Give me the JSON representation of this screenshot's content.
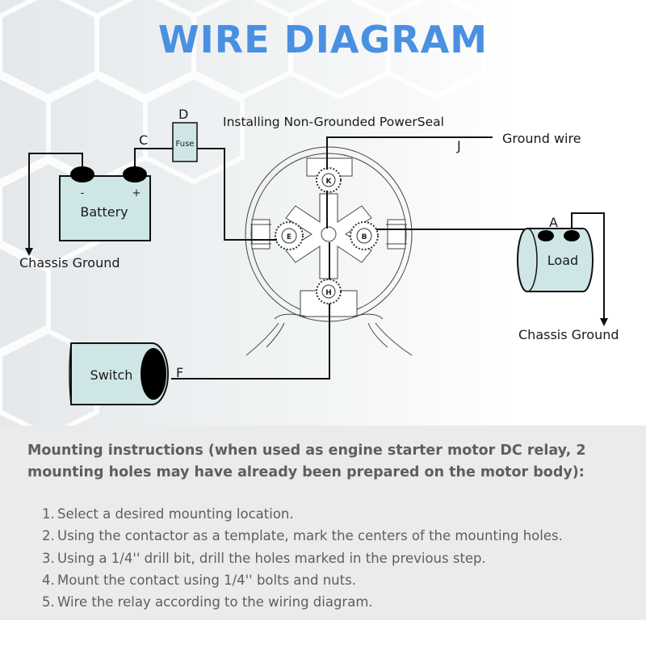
{
  "title": "WIRE DIAGRAM",
  "diagram": {
    "caption": "Installing Non-Grounded PowerSeal",
    "battery": {
      "label": "Battery",
      "neg": "-",
      "pos": "+"
    },
    "fuse": "Fuse",
    "load": "Load",
    "switch": "Switch",
    "ground_wire": "Ground wire",
    "chassis_ground_left": "Chassis Ground",
    "chassis_ground_right": "Chassis Ground",
    "points": {
      "a": "A",
      "c": "C",
      "d": "D",
      "f": "F",
      "j": "J"
    },
    "terminals": {
      "k": "K",
      "e": "E",
      "b": "B",
      "h": "H"
    }
  },
  "instructions": {
    "heading": "Mounting instructions (when used as engine starter motor DC relay, 2 mounting holes may have already been prepared on the motor body):",
    "steps": [
      {
        "num": "1.",
        "text": "Select a desired mounting location."
      },
      {
        "num": "2.",
        "text": "Using the contactor as a template, mark the centers of the mounting holes."
      },
      {
        "num": "3.",
        "text": "Using a 1/4'' drill bit, drill the holes marked in the previous step."
      },
      {
        "num": "4.",
        "text": "Mount the contact using 1/4'' bolts and nuts."
      },
      {
        "num": "5.",
        "text": "Wire the relay according to the wiring diagram."
      }
    ]
  }
}
